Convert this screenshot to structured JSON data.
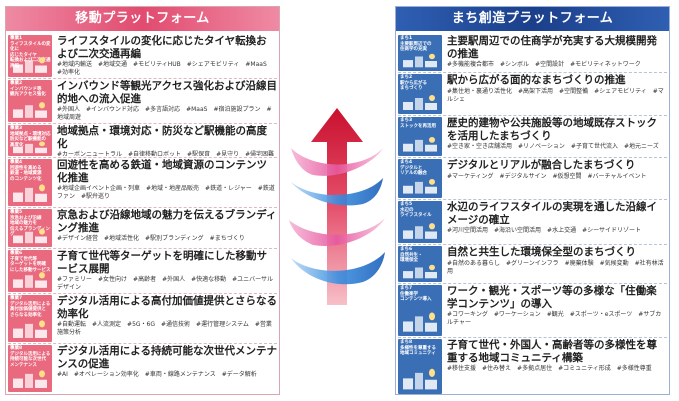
{
  "left": {
    "title": "移動プラットフォーム",
    "items": [
      {
        "label": "事業1\nライフスタイルの変化に\n応じたタイヤ\n転換および二次交通再編",
        "heading": "ライフスタイルの変化に応じたタイヤ転換および二次交通再編",
        "tags": "#地域内輸送　#地域交通　#モビリティHUB　#シェアモビリティ　#MaaS　#効率化"
      },
      {
        "label": "事業2\nインバウンド等\n観光アクセス強化",
        "heading": "インバウンド等観光アクセス強化および沿線目的地への流入促進",
        "tags": "#外国人　#インバウンド対応　#多言語対応　#MaaS　#宿泊施設プラン　#地域周遊"
      },
      {
        "label": "事業3\n地域拠点・環境対応\n防災など駅機能の\n高度化",
        "heading": "地域拠点・環境対応・防災など駅機能の高度化",
        "tags": "#カーボンニュートラル　#自律移動ロボット　#駅保育　#見守り　#帰宅困難者"
      },
      {
        "label": "事業4\n回遊性を高める\n鉄道・地域資源\nのコンテンツ化",
        "heading": "回遊性を高める鉄道・地域資源のコンテンツ化推進",
        "tags": "#地域企画イベント企画・列車　#地域・地産品販売　#鉄道・レジャー　#鉄道ファン　#駅弁巡り"
      },
      {
        "label": "事業5\n京急および沿線\n地域の魅力を\n伝えるブランディング",
        "heading": "京急および沿線地域の魅力を伝えるブランディング推進",
        "tags": "#デザイン経営　#地域活性化　#駅別ブランディング　#まちづくり"
      },
      {
        "label": "事業6\n子育て世代等\nターゲットを明確\nにした移動サービス",
        "heading": "子育て世代等ターゲットを明確にした移動サービス展開",
        "tags": "#ファミリー　#女性向け　#高齢者　#外国人　#快適な移動　#ユニバーサルデザイン"
      },
      {
        "label": "事業7\nデジタル活用による\n高付加価値提供と\nさらなる効率化",
        "heading": "デジタル活用による高付加価値提供とさらなる効率化",
        "tags": "#自動運転　#人流測定　#5G・6G　#通信技術　#運行管理システム　#営業施策分析"
      },
      {
        "label": "事業8\nデジタル活用による\n持続可能な次世代\nメンテナンス",
        "heading": "デジタル活用による持続可能な次世代メンテナンスの促進",
        "tags": "#AI　#オペレーション効率化　#車両・線路メンテナンス　#データ解析"
      }
    ]
  },
  "right": {
    "title": "まち創造プラットフォーム",
    "items": [
      {
        "label": "まち1\n主要駅周辺での\n住商学の充実",
        "heading": "主要駅周辺での住商学が充実する大規模開発の推進",
        "tags": "#多機能複合都市　#シンボル　#空間設計　#モビリティネットワーク"
      },
      {
        "label": "まち2\n駅から広がる\nまちづくり",
        "heading": "駅から広がる面的なまちづくりの推進",
        "tags": "#集住地・裏通り活性化　#高架下活用　#空間整備　#シェアモビリティ　#マルシェ"
      },
      {
        "label": "まち3\nストックを再活用",
        "heading": "歴史的建物や公共施設等の地域既存ストックを活用したまちづくり",
        "tags": "#空き家・空き店舗活用　#リノベーション　#子育て世代流入　#地元ニーズ"
      },
      {
        "label": "まち4\nデジタルと\nリアルの融合",
        "heading": "デジタルとリアルが融合したまちづくり",
        "tags": "#マーケティング　#デジタルサイン　#仮想空間　#バーチャルイベント"
      },
      {
        "label": "まち5\n水辺の\nライフスタイル",
        "heading": "水辺のライフスタイルの実現を通した沿線イメージの確立",
        "tags": "#河川空間活用　#海沿い空間活用　#水上交通　#シーサイドリゾート"
      },
      {
        "label": "まち6\n自然共生・\n環境保全",
        "heading": "自然と共生した環境保全型のまちづくり",
        "tags": "#自然のある暮らし　#グリーンインフラ　#廃棄体験　#気候変動　#社有林活用"
      },
      {
        "label": "まち7\n住働楽学\nコンテンツ導入",
        "heading": "ワーク・観光・スポーツ等の多様な「住働楽学コンテンツ」の導入",
        "tags": "#コワーキング　#ワーケーション　#観光　#スポーツ・eスポーツ　#サブカルチャー"
      },
      {
        "label": "まち8\n多様性を尊重する\n地域コミュニティ",
        "heading": "子育て世代・外国人・高齢者等の多様性を尊重する地域コミュニティ構築",
        "tags": "#移住支援　#住み替え　#多拠点居住　#コミュニティ形成　#多様性尊重"
      }
    ]
  }
}
